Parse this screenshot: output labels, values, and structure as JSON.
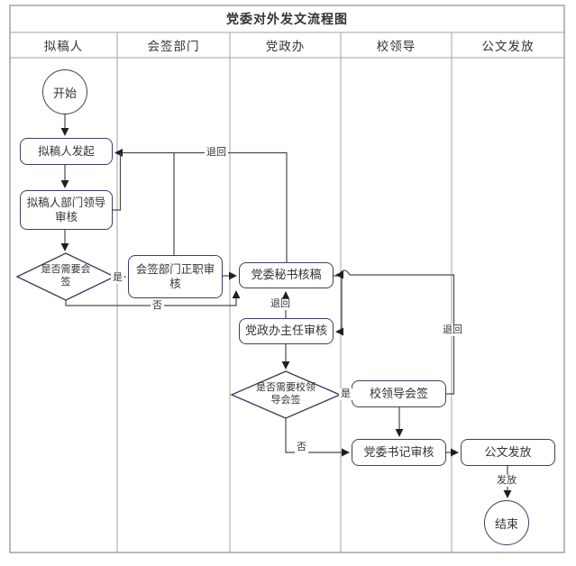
{
  "title": "党委对外发文流程图",
  "lanes": [
    {
      "label": "拟稿人"
    },
    {
      "label": "会签部门"
    },
    {
      "label": "党政办"
    },
    {
      "label": "校领导"
    },
    {
      "label": "公文发放"
    }
  ],
  "nodes": {
    "start": "开始",
    "initiate": "拟稿人发起",
    "dept_leader_review": "拟稿人部门领导审核",
    "need_countersign": "是否需要会签",
    "countersign_dept_review": "会签部门正职审核",
    "committee_secretary_proofread": "党委秘书核稿",
    "office_director_review": "党政办主任审核",
    "need_leader_countersign": "是否需要校领导会签",
    "leader_countersign": "校领导会签",
    "party_secretary_review": "党委书记审核",
    "document_issue": "公文发放",
    "end": "结束"
  },
  "edge_labels": {
    "return_top": "退回",
    "return_mid": "退回",
    "return_right": "退回",
    "yes1": "是",
    "no1": "否",
    "yes2": "是",
    "no2": "否",
    "issue": "发放"
  },
  "colors": {
    "node_border": "#3d3d63",
    "connector": "#4a4a4a",
    "frame": "#a3a3a3",
    "text": "#333333"
  }
}
